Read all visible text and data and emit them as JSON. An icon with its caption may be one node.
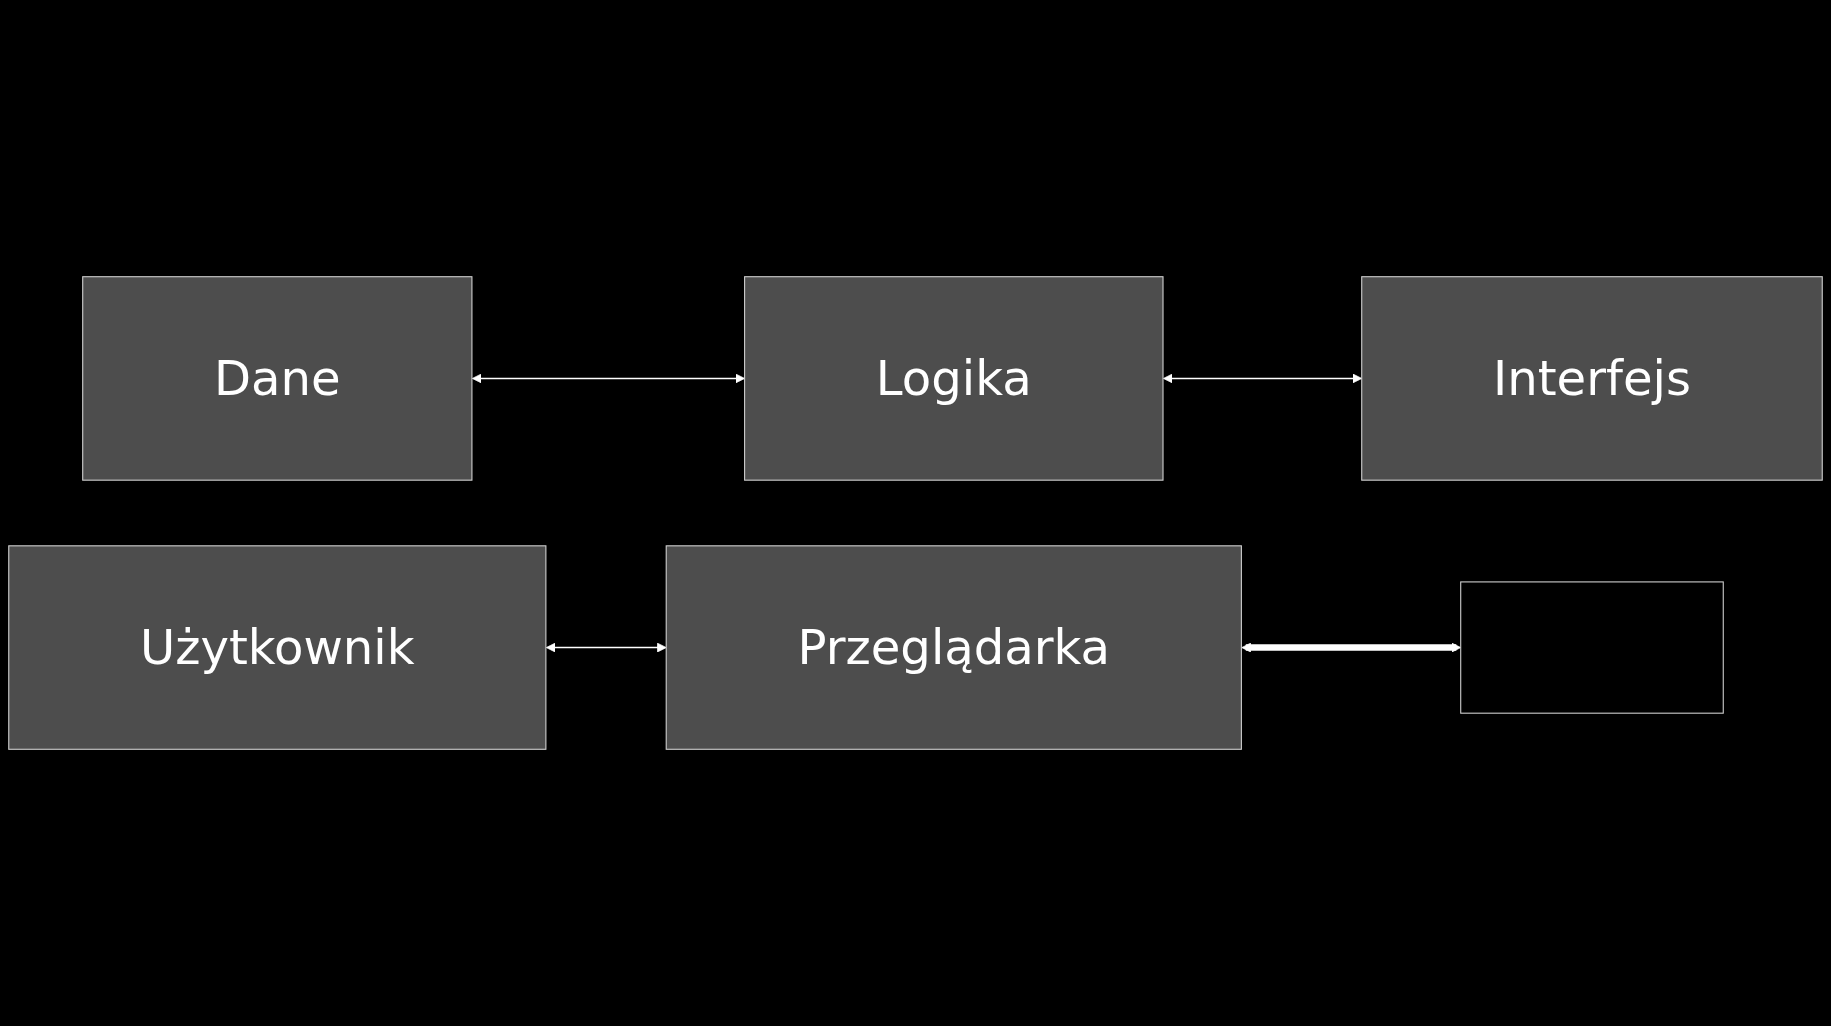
{
  "diagram": {
    "nodes": [
      {
        "text": [
          "Dane"
        ]
      },
      {
        "text": [
          "Logika"
        ]
      },
      {
        "text": [
          "Interfejs"
        ]
      },
      {
        "text": [
          "Użytkownik"
        ]
      },
      {
        "text": [
          "Przeglądarka"
        ]
      },
      {
        "text": [],
        "shape": "box"
      }
    ],
    "edges": [
      {
        "from": 0,
        "to": 1,
        "arrow": "both"
      },
      {
        "from": 1,
        "to": 2,
        "arrow": "both"
      },
      {
        "from": 3,
        "to": 4,
        "arrow": "both"
      },
      {
        "from": 4,
        "to": 5,
        "arrow": "both",
        "style": "thick"
      }
    ]
  }
}
